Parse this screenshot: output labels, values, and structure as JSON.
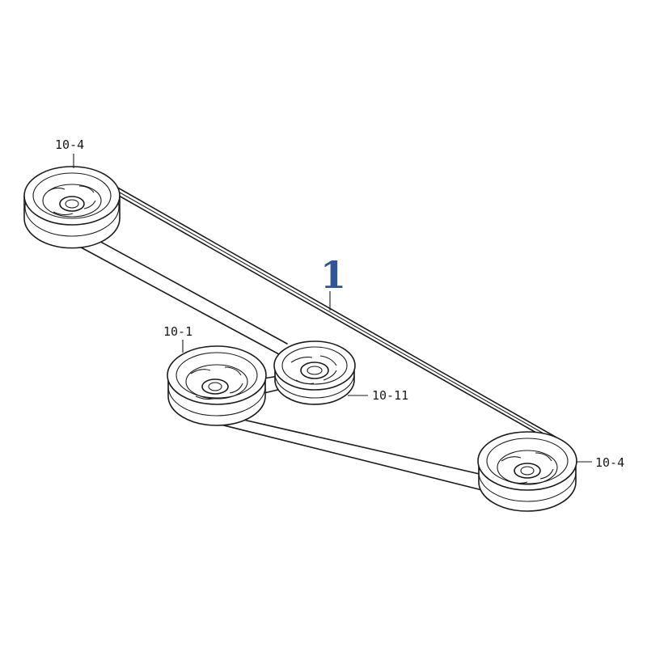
{
  "diagram": {
    "belt_ref": "1",
    "belt_ref_color": "#2f5596",
    "line_color": "#1a1a1a",
    "labels": {
      "top_left_pulley": "10-4",
      "left_pulley": "10-1",
      "idler_pulley": "10-11",
      "right_pulley": "10-4"
    }
  }
}
